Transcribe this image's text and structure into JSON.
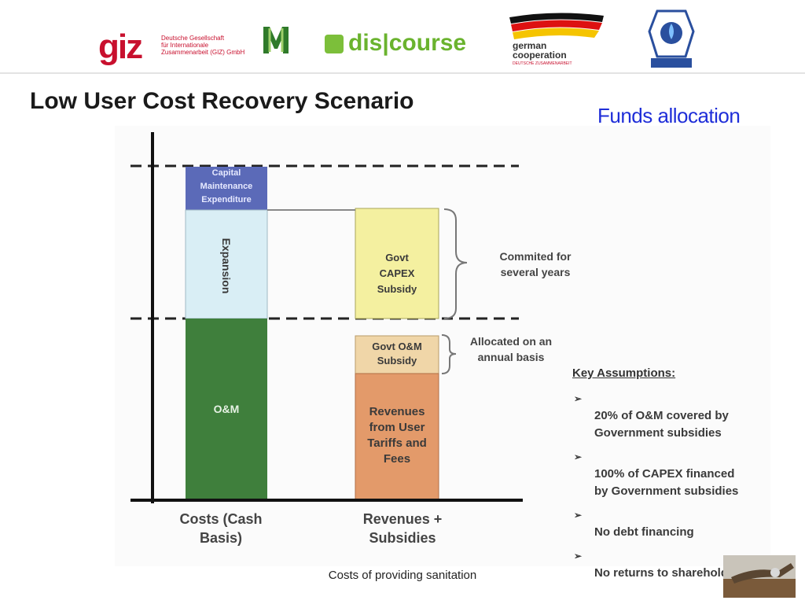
{
  "header": {
    "giz": {
      "word": "giz",
      "sub": "Deutsche Gesellschaft\nfür Internationale\nZusammenarbeit (GIZ) GmbH"
    },
    "discourse": {
      "text": "dis|course"
    },
    "german_cooperation": {
      "text": "german\ncooperation",
      "sub": "DEUTSCHE ZUSAMMENARBEIT"
    }
  },
  "slide": {
    "title": "Low User Cost Recovery Scenario",
    "subtitle": "Funds allocation\nIn practice",
    "footer": "Costs of providing sanitation"
  },
  "diagram": {
    "costs": {
      "capital_maintenance": "Capital\nMaintenance\nExpenditure",
      "expansion": "Expansion",
      "om": "O&M",
      "axis_label": "Costs (Cash\nBasis)"
    },
    "revenues": {
      "capex_subsidy": "Govt\nCAPEX\nSubsidy",
      "om_subsidy": "Govt O&M\nSubsidy",
      "user_revenues": "Revenues\nfrom User\nTariffs and\nFees",
      "axis_label": "Revenues +\nSubsidies"
    },
    "notes": {
      "committed": "Commited for\nseveral years",
      "annual": "Allocated on an\nannual basis"
    },
    "colors": {
      "capital_maintenance": "#5b6ab8",
      "expansion": "#d9eef5",
      "om": "#3f7f3c",
      "capex_subsidy": "#f4f0a0",
      "om_subsidy": "#f0d6a8",
      "user_revenues": "#e39a6a"
    }
  },
  "key_assumptions": {
    "title": "Key Assumptions:",
    "items": [
      "20% of O&M covered by\nGovernment subsidies",
      "100% of CAPEX financed\nby Government subsidies",
      "No debt financing",
      "No returns to shareholders"
    ]
  }
}
